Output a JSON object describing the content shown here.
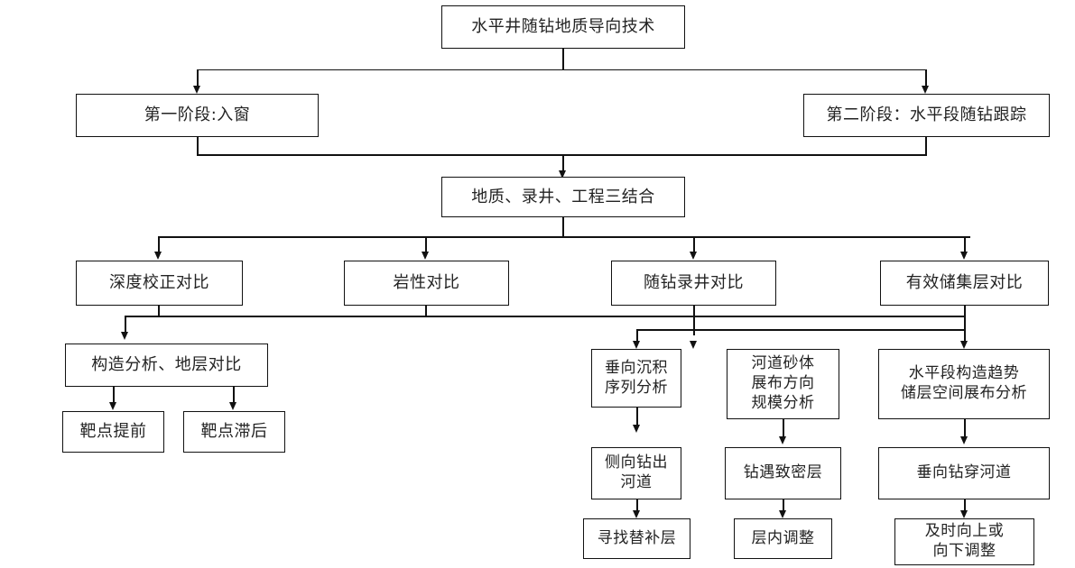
{
  "diagram": {
    "title": "水平井随钻地质导向技术",
    "nodes": {
      "root": "水平井随钻地质导向技术",
      "stage1": "第一阶段:入窗",
      "stage2": "第二阶段：水平段随钻跟踪",
      "integration": "地质、录井、工程三结合",
      "branch1": "深度校正对比",
      "branch2": "岩性对比",
      "branch3": "随钻录井对比",
      "branch4": "有效储集层对比",
      "structure_analysis": "构造分析、地层对比",
      "target_early": "靶点提前",
      "target_late": "靶点滞后",
      "vertical_sequence": "垂向沉积\n序列分析",
      "channel_sand": "河道砂体\n展布方向\n规模分析",
      "horizontal_trend": "水平段构造趋势\n储层空间展布分析",
      "lateral_exit": "侧向钻出\n河道",
      "tight_layer": "钻遇致密层",
      "vertical_cross": "垂向钻穿河道",
      "find_substitute": "寻找替补层",
      "inner_adjust": "层内调整",
      "adjust_updown": "及时向上或\n向下调整"
    },
    "colors": {
      "line": "#111111",
      "box_border": "#111111",
      "background": "#ffffff",
      "text": "#232323"
    }
  }
}
